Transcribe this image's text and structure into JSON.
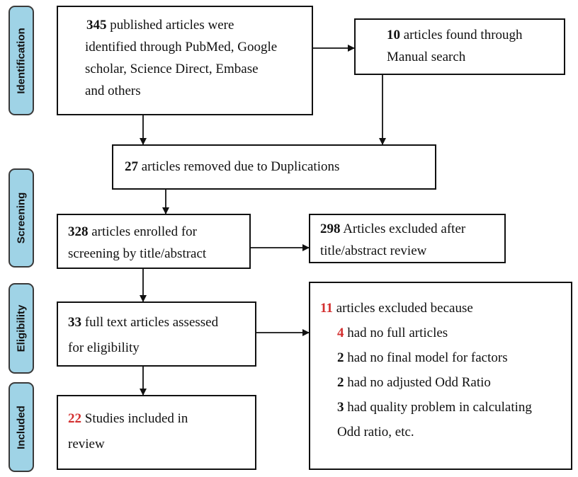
{
  "stages": [
    "Identification",
    "Screening",
    "Eligibility",
    "Included"
  ],
  "boxes": {
    "identified": {
      "count": "345",
      "lines": [
        "published articles were",
        "identified through PubMed, Google",
        "scholar, Science Direct, Embase",
        "and others"
      ]
    },
    "manual": {
      "count": "10",
      "lines": [
        "articles found through",
        "Manual search"
      ]
    },
    "duplicates": {
      "count": "27",
      "text": "articles removed due to Duplications"
    },
    "screening": {
      "count": "328",
      "lines": [
        "articles enrolled for",
        "screening by title/abstract"
      ]
    },
    "excluded_title": {
      "count": "298",
      "lines": [
        "Articles excluded after",
        "title/abstract review"
      ]
    },
    "fulltext": {
      "count": "33",
      "lines": [
        "full text articles assessed",
        "for eligibility"
      ]
    },
    "excluded_reasons": {
      "count": "11",
      "header": "articles excluded because",
      "reasons": [
        {
          "count": "4",
          "text": "had no full articles"
        },
        {
          "count": "2",
          "text": "had no final model for factors"
        },
        {
          "count": "2",
          "text": "had no adjusted Odd Ratio"
        },
        {
          "count": "3",
          "text": "had quality problem in calculating",
          "text2": "Odd ratio, etc."
        }
      ]
    },
    "included": {
      "count": "22",
      "lines": [
        "Studies included in",
        "review"
      ]
    }
  },
  "colors": {
    "stage_fill": "#9fd3e6",
    "highlight": "#d32f2f",
    "line": "#111111"
  }
}
